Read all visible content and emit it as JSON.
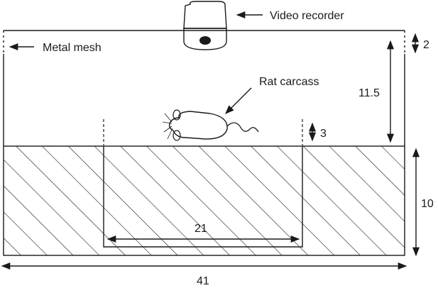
{
  "labels": {
    "video_recorder": "Video recorder",
    "metal_mesh": "Metal mesh",
    "rat_carcass": "Rat carcass"
  },
  "dimensions": {
    "mesh_gap": "2",
    "mesh_height": "11.5",
    "pit_depth_above": "3",
    "soil_depth": "10",
    "pit_width": "21",
    "total_width": "41"
  },
  "colors": {
    "ink": "#1a1a1a",
    "background": "#ffffff"
  },
  "icons": {
    "camera": "video-recorder-icon",
    "rat": "rat-carcass-icon"
  }
}
